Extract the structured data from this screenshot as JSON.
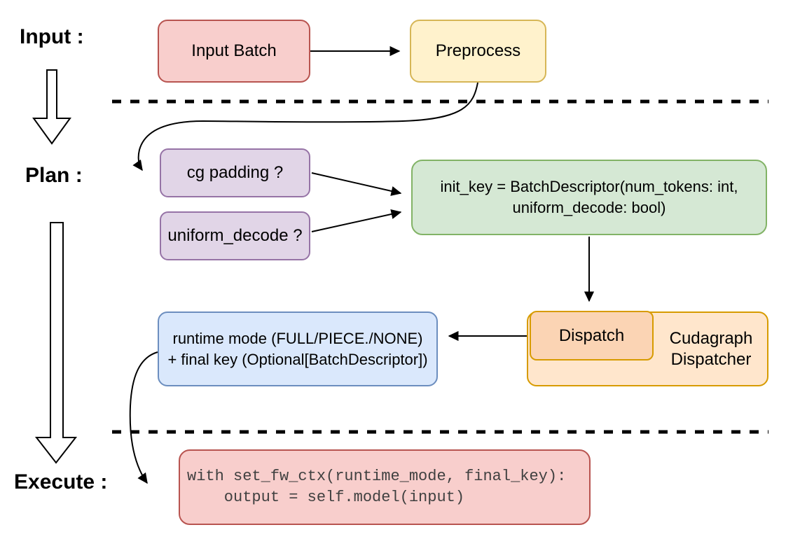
{
  "stages": [
    {
      "label": "Input :"
    },
    {
      "label": "Plan :"
    },
    {
      "label": "Execute :"
    }
  ],
  "nodes": {
    "input_batch": {
      "label": "Input Batch",
      "fill": "#f8cecc",
      "stroke": "#b85450"
    },
    "preprocess": {
      "label": "Preprocess",
      "fill": "#fff2cc",
      "stroke": "#d6b656"
    },
    "cg_padding": {
      "label": "cg padding ?",
      "fill": "#e1d5e7",
      "stroke": "#9673a6"
    },
    "uniform_decode": {
      "label": "uniform_decode ?",
      "fill": "#e1d5e7",
      "stroke": "#9673a6"
    },
    "init_key": {
      "line1": "init_key = BatchDescriptor(num_tokens: int,",
      "line2": "uniform_decode: bool)",
      "fill": "#d5e8d4",
      "stroke": "#82b366"
    },
    "dispatch": {
      "label": "Dispatch",
      "fill": "#fbd4b4",
      "stroke": "#d79b00"
    },
    "cudagraph_dispatcher": {
      "label": "Cudagraph Dispatcher",
      "fill": "#ffe6cc",
      "stroke": "#d79b00"
    },
    "runtime_mode": {
      "line1": "runtime mode (FULL/PIECE./NONE)",
      "line2": "+ final key (Optional[BatchDescriptor])",
      "fill": "#dae8fc",
      "stroke": "#6c8ebf"
    },
    "execute_code": {
      "line1": "with set_fw_ctx(runtime_mode, final_key):",
      "line2": "    output = self.model(input)",
      "fill": "#f8cecc",
      "stroke": "#b85450"
    }
  }
}
